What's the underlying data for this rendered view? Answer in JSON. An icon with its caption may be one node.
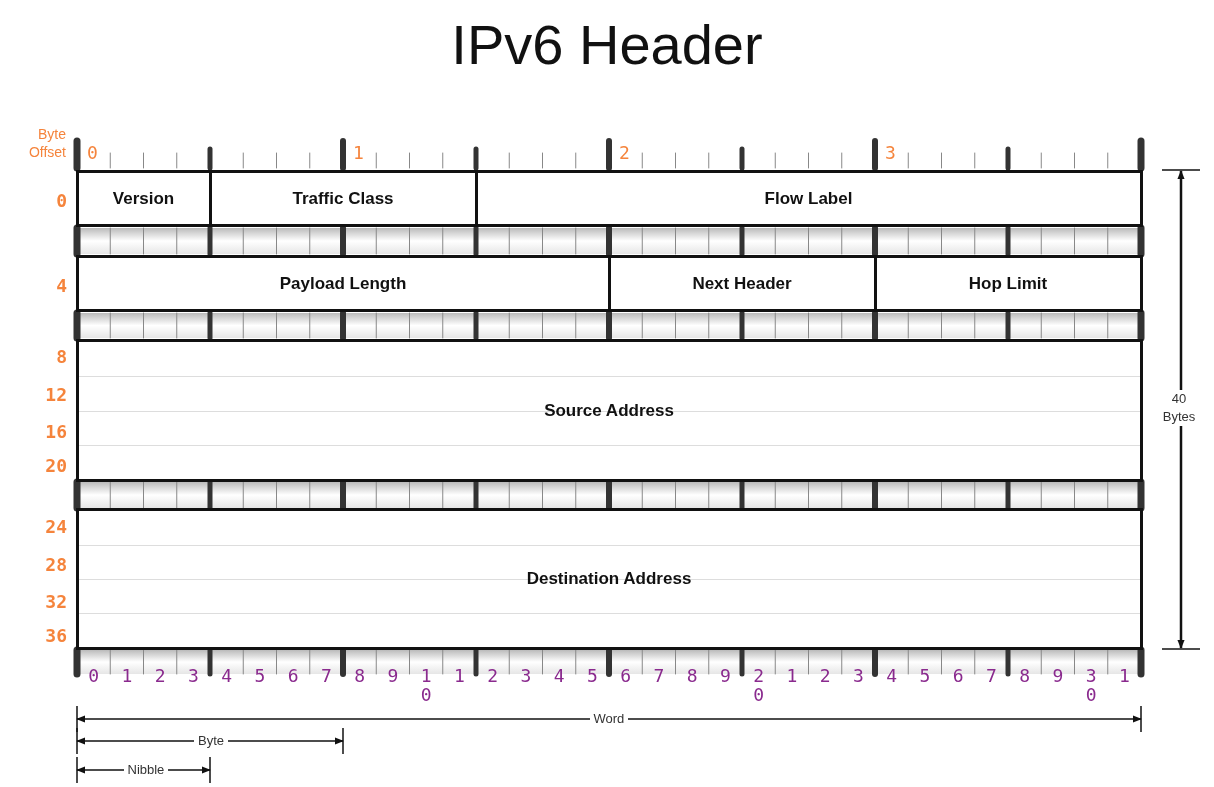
{
  "diagram": {
    "title": "IPv6 Header",
    "nodes": [
      {
        "text": [
          "Version"
        ]
      },
      {
        "text": [
          "Traffic Class"
        ]
      },
      {
        "text": [
          "Flow Label"
        ]
      },
      {
        "text": [
          "Payload Length"
        ]
      },
      {
        "text": [
          "Next Header"
        ]
      },
      {
        "text": [
          "Hop Limit"
        ]
      },
      {
        "text": [
          "Source Address"
        ]
      },
      {
        "text": [
          "Destination Address"
        ]
      }
    ],
    "labels": [
      "Byte Offset",
      "0",
      "1",
      "2",
      "3",
      "0",
      "4",
      "8",
      "12",
      "16",
      "20",
      "24",
      "28",
      "32",
      "36",
      "40 Bytes",
      "0",
      "1",
      "2",
      "3",
      "4",
      "5",
      "6",
      "7",
      "8",
      "9",
      "10",
      "1",
      "2",
      "3",
      "4",
      "5",
      "6",
      "7",
      "8",
      "9",
      "20",
      "1",
      "2",
      "3",
      "4",
      "5",
      "6",
      "7",
      "8",
      "9",
      "30",
      "1",
      "Word",
      "Byte",
      "Nibble"
    ]
  }
}
